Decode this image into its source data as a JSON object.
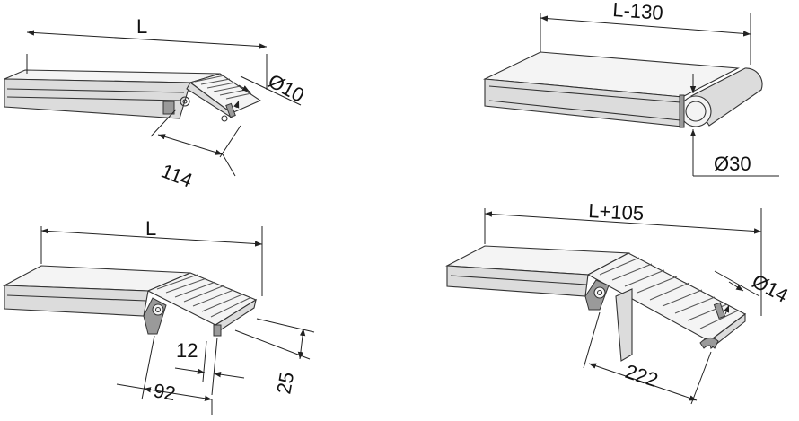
{
  "panels": [
    {
      "id": "top-left",
      "dims": [
        "L",
        "Ø10",
        "114"
      ]
    },
    {
      "id": "top-right",
      "dims": [
        "L-130",
        "Ø30"
      ]
    },
    {
      "id": "bottom-left",
      "dims": [
        "L",
        "12",
        "92",
        "25"
      ]
    },
    {
      "id": "bottom-right",
      "dims": [
        "L+105",
        "Ø14",
        "222"
      ]
    }
  ],
  "colors": {
    "line": "#222222",
    "panel_light": "#f4f4f4",
    "panel_shade": "#dcdcdc",
    "profile_dark": "#9a9a9a"
  }
}
